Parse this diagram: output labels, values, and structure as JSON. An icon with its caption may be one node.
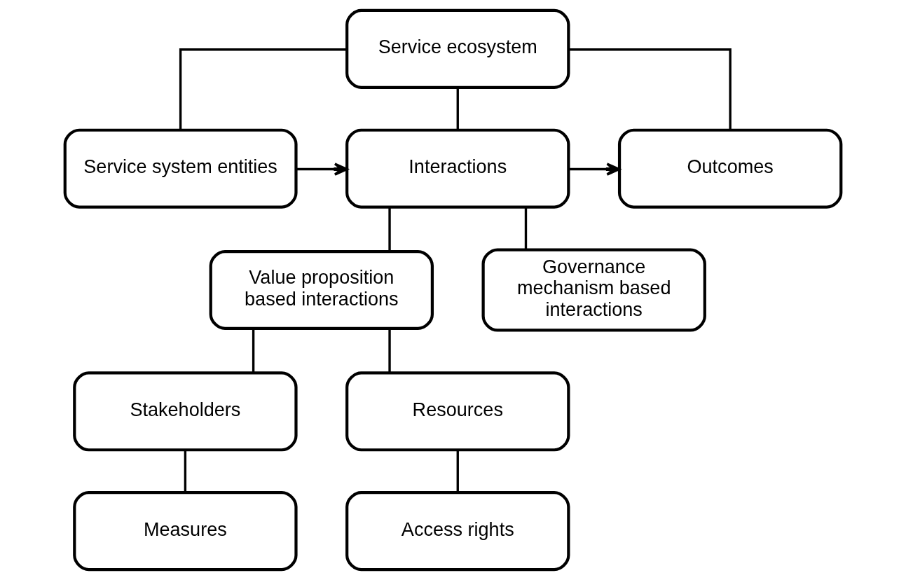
{
  "diagram": {
    "nodes": [
      {
        "text": [
          "Service ecosystem"
        ]
      },
      {
        "text": [
          "Service system entities"
        ]
      },
      {
        "text": [
          "Interactions"
        ]
      },
      {
        "text": [
          "Outcomes"
        ]
      },
      {
        "text": [
          "Value proposition based interactions"
        ]
      },
      {
        "text": [
          "Governance mechanism based interactions"
        ]
      },
      {
        "text": [
          "Stakeholders"
        ]
      },
      {
        "text": [
          "Resources"
        ]
      },
      {
        "text": [
          "Measures"
        ]
      },
      {
        "text": [
          "Access rights"
        ]
      }
    ],
    "edges": [
      {
        "from": 0,
        "to": 1,
        "arrow": "none"
      },
      {
        "from": 0,
        "to": 2,
        "arrow": "none"
      },
      {
        "from": 0,
        "to": 3,
        "arrow": "none"
      },
      {
        "from": 1,
        "to": 2,
        "arrow": "to"
      },
      {
        "from": 2,
        "to": 3,
        "arrow": "to"
      },
      {
        "from": 2,
        "to": 4,
        "arrow": "none"
      },
      {
        "from": 2,
        "to": 5,
        "arrow": "none"
      },
      {
        "from": 4,
        "to": 6,
        "arrow": "none"
      },
      {
        "from": 4,
        "to": 7,
        "arrow": "none"
      },
      {
        "from": 6,
        "to": 8,
        "arrow": "none"
      },
      {
        "from": 7,
        "to": 9,
        "arrow": "none"
      }
    ]
  }
}
